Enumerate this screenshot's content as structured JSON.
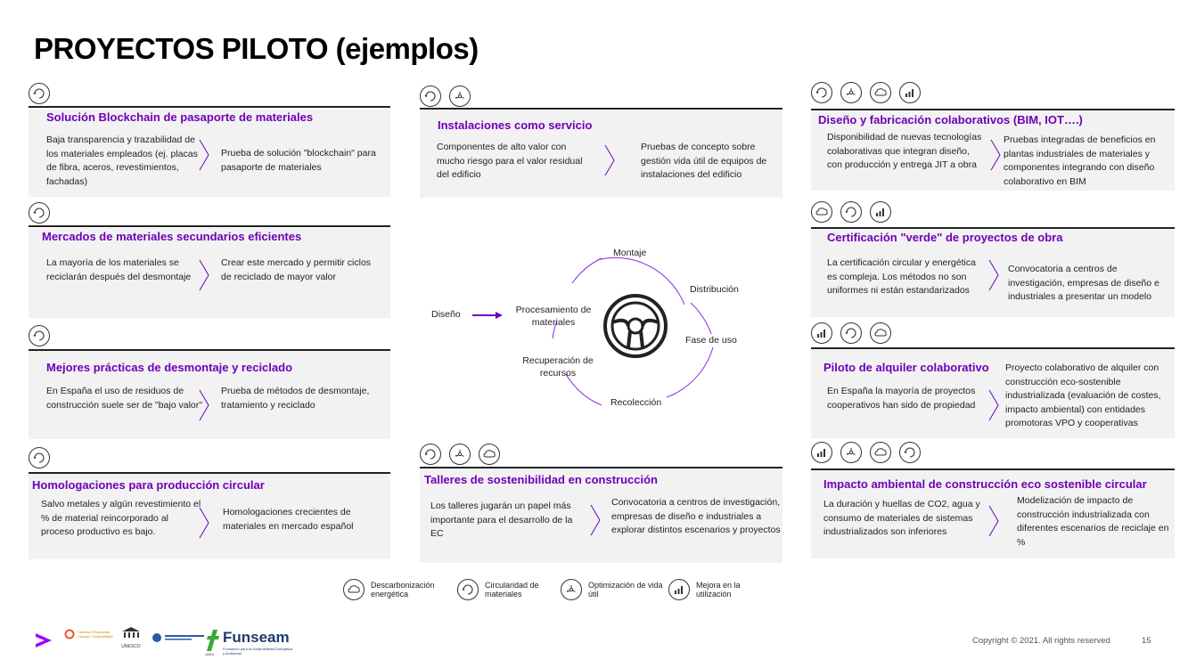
{
  "title": "PROYECTOS PILOTO (ejemplos)",
  "cards": [
    {
      "title": "Solución Blockchain de pasaporte de materiales",
      "left": "Baja transparencia y trazabilidad de los materiales empleados (ej. placas de fibra, aceros, revestimientos, fachadas)",
      "right": "Prueba de solución \"blockchain\" para pasaporte de materiales",
      "icons": [
        "circularity-icon"
      ]
    },
    {
      "title": "Mercados de materiales secundarios eficientes",
      "left": "La mayoría de los materiales se reciclarán después del desmontaje",
      "right": "Crear este mercado y permitir ciclos de reciclado de mayor valor",
      "icons": [
        "circularity-icon"
      ]
    },
    {
      "title": "Mejores prácticas de desmontaje y reciclado",
      "left": "En España el uso de residuos de construcción suele ser de \"bajo valor\"",
      "right": "Prueba de métodos de desmontaje, tratamiento y reciclado",
      "icons": [
        "circularity-icon"
      ]
    },
    {
      "title": "Homologaciones para producción circular",
      "left": "Salvo metales y algún revestimiento el % de material reincorporado al proceso productivo es bajo.",
      "right": "Homologaciones crecientes de materiales en mercado español",
      "icons": [
        "circularity-icon"
      ]
    },
    {
      "title": "Instalaciones como servicio",
      "left": "Componentes de alto valor con mucho riesgo para el valor residual del edificio",
      "right": "Pruebas de concepto sobre gestión vida útil de equipos de instalaciones del edificio",
      "icons": [
        "circularity-icon",
        "lifespan-icon"
      ]
    },
    {
      "title": "Talleres de sostenibilidad en construcción",
      "left": "Los talleres jugarán un papel más importante para el desarrollo de la EC",
      "right": "Convocatoria a centros de investigación, empresas de diseño e industriales a explorar distintos escenarios y proyectos",
      "icons": [
        "circularity-icon",
        "lifespan-icon",
        "decarbonization-icon"
      ]
    },
    {
      "title": "Diseño y fabricación colaborativos (BIM, IOT….)",
      "left": "Disponibilidad de nuevas tecnologías colaborativas que integran diseño, con producción y entrega JIT a obra",
      "right": "Pruebas integradas de beneficios en plantas industriales de materiales y componentes integrando con diseño colaborativo en BIM",
      "icons": [
        "circularity-icon",
        "lifespan-icon",
        "decarbonization-icon",
        "usage-icon"
      ]
    },
    {
      "title": "Certificación \"verde\" de proyectos de obra",
      "left": "La certificación circular y energética es compleja. Los métodos no son uniformes ni están estandarizados",
      "right": "Convocatoria a centros de investigación, empresas de diseño e industriales a presentar un modelo",
      "icons": [
        "decarbonization-icon",
        "circularity-icon",
        "usage-icon"
      ]
    },
    {
      "title": "Piloto de alquiler colaborativo",
      "left": "En España la mayoría de proyectos cooperativos han sido de propiedad",
      "right": "Proyecto colaborativo de alquiler con construcción eco-sostenible industrializada (evaluación de costes, impacto ambiental) con entidades promotoras VPO y cooperativas",
      "icons": [
        "usage-icon",
        "circularity-icon",
        "decarbonization-icon"
      ]
    },
    {
      "title": "Impacto ambiental de construcción eco sostenible circular",
      "left": "La duración y huellas de CO2, agua y consumo de materiales de sistemas industrializados son inferiores",
      "right": "Modelización de impacto de construcción industrializada con diferentes escenarios de reciclaje en %",
      "icons": [
        "usage-icon",
        "lifespan-icon",
        "decarbonization-icon",
        "circularity-icon"
      ]
    }
  ],
  "cycle": {
    "design": "Diseño",
    "stages": [
      "Montaje",
      "Distribución",
      "Fase de uso",
      "Recolección",
      "Recuperación de recursos",
      "Procesamiento de materiales"
    ]
  },
  "legend": [
    {
      "icon": "decarbonization-icon",
      "label": "Descarbonización energética"
    },
    {
      "icon": "circularity-icon",
      "label": "Circularidad de materiales"
    },
    {
      "icon": "lifespan-icon",
      "label": "Optimización de vida útil"
    },
    {
      "icon": "usage-icon",
      "label": "Mejora en la utilización"
    }
  ],
  "footer": {
    "copyright": "Copyright © 2021. All rights reserved",
    "page": "15",
    "logo_funseam": "Funseam",
    "logo_funseam_sub": "Fundación para la Sostenibilidad Energética y Ambiental",
    "logo_catedra": "Cátedra d'Economia Circular i Sostenibilitat",
    "logo_unesco": "UNESCO",
    "logo_jaeu": "JAEU"
  }
}
